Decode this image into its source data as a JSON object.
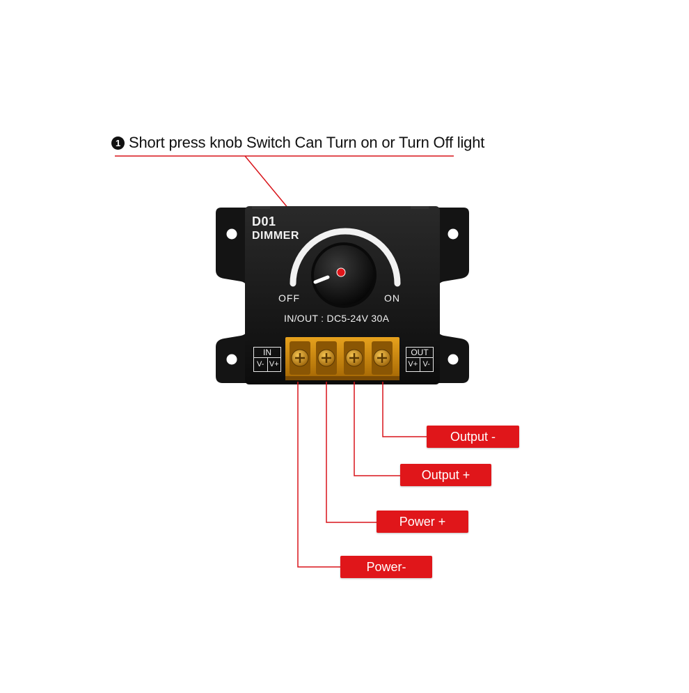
{
  "instruction": {
    "step_number": "1",
    "text": "Short press knob Switch Can Turn on or  Turn Off light"
  },
  "device": {
    "model": "D01",
    "product": "DIMMER",
    "off_label": "OFF",
    "on_label": "ON",
    "rating": "IN/OUT : DC5-24V 30A",
    "input_block": {
      "title": "IN",
      "pins": [
        "V-",
        "V+"
      ]
    },
    "output_block": {
      "title": "OUT",
      "pins": [
        "V+",
        "V-"
      ]
    }
  },
  "callouts": {
    "output_minus": "Output -",
    "output_plus": "Output +",
    "power_plus": "Power +",
    "power_minus": "Power-"
  },
  "colors": {
    "callout_red": "#e0161a",
    "leader_line_red": "#d8141a",
    "device_body": "#161616",
    "terminal_amber": "#c98a10"
  },
  "icons": [
    "numbered-step-badge",
    "rotary-knob",
    "screw-terminal-icon"
  ]
}
